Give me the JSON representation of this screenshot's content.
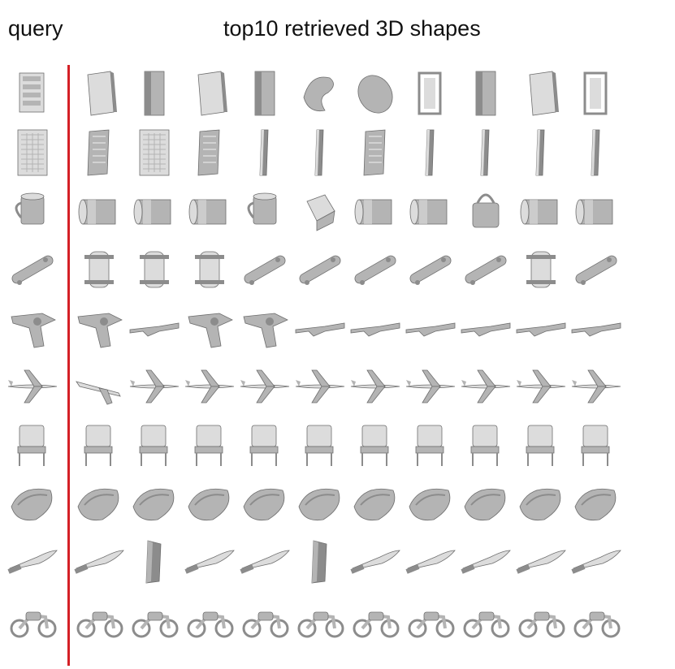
{
  "header": {
    "query_label": "query",
    "results_label": "top10 retrieved 3D shapes"
  },
  "colors": {
    "divider": "#d42026",
    "shape_light": "#dcdcdc",
    "shape_mid": "#b4b4b4",
    "shape_dark": "#8c8c8c",
    "outline": "#6e6e6e"
  },
  "rows": [
    {
      "category": "pc-case",
      "cells": [
        "case",
        "sheet",
        "tower",
        "sheet",
        "tower",
        "cushion",
        "disc",
        "frame",
        "tower",
        "sheet",
        "frame"
      ]
    },
    {
      "category": "keyboard",
      "cells": [
        "keyboard",
        "panel",
        "keyboard",
        "panel",
        "strip",
        "strip",
        "panel",
        "strip",
        "strip",
        "strip",
        "strip"
      ]
    },
    {
      "category": "mug",
      "cells": [
        "mug",
        "cylinder",
        "cylinder",
        "cylinder",
        "mug",
        "box",
        "cylinder",
        "cylinder",
        "bag",
        "cylinder",
        "cylinder"
      ]
    },
    {
      "category": "skateboard",
      "cells": [
        "board",
        "truck",
        "truck",
        "truck",
        "board",
        "board",
        "board",
        "board",
        "board",
        "truck",
        "board"
      ]
    },
    {
      "category": "pistol",
      "cells": [
        "pistol",
        "pistol",
        "rifle",
        "pistol",
        "pistol",
        "rifle",
        "rifle",
        "rifle",
        "rifle",
        "rifle",
        "rifle"
      ]
    },
    {
      "category": "airplane",
      "cells": [
        "plane",
        "jet",
        "plane",
        "plane",
        "plane",
        "plane",
        "plane",
        "plane",
        "plane",
        "plane",
        "plane"
      ]
    },
    {
      "category": "chair",
      "cells": [
        "chair",
        "chair",
        "chair",
        "chair",
        "chair",
        "chair",
        "chair",
        "chair",
        "chair",
        "chair",
        "chair"
      ]
    },
    {
      "category": "boat",
      "cells": [
        "hull",
        "hull",
        "hull",
        "hull",
        "hull",
        "hull",
        "hull",
        "hull",
        "hull",
        "hull",
        "hull"
      ]
    },
    {
      "category": "knife",
      "cells": [
        "knife",
        "knife",
        "blade",
        "knife",
        "knife",
        "blade",
        "knife",
        "knife",
        "knife",
        "knife",
        "knife"
      ]
    },
    {
      "category": "motorbike",
      "cells": [
        "bike",
        "bike",
        "bike",
        "bike",
        "bike",
        "bike",
        "bike",
        "bike",
        "bike",
        "bike",
        "bike"
      ]
    }
  ]
}
